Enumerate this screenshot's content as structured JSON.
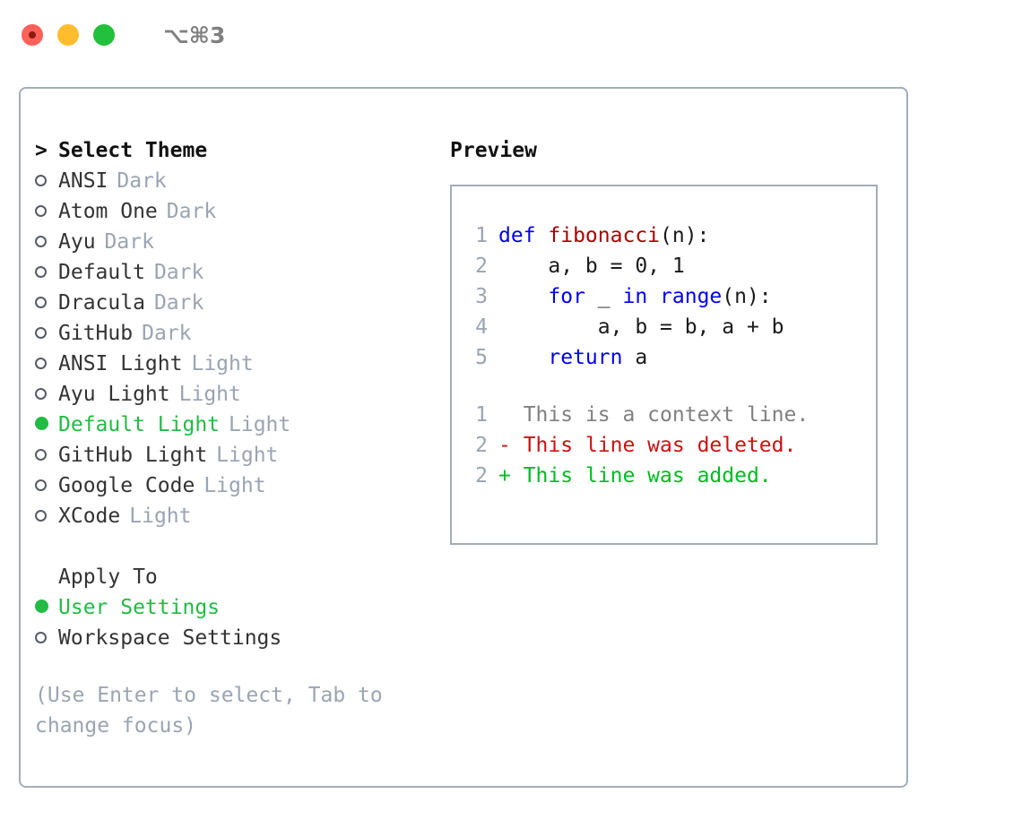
{
  "window": {
    "shortcut": "⌥⌘3",
    "traffic_lights": [
      {
        "name": "close-button",
        "color": "#ff6159"
      },
      {
        "name": "minimize-button",
        "color": "#ffbd2e"
      },
      {
        "name": "maximize-button",
        "color": "#22c03c"
      }
    ]
  },
  "colors": {
    "border": "#a3adbb",
    "selected_green": "#22bb44",
    "muted": "#9aa4b2",
    "keyword_blue": "#0000ee",
    "function_red": "#aa0000",
    "diff_deleted": "#cc1111",
    "diff_added": "#00bb22"
  },
  "theme_picker": {
    "header": "Select Theme",
    "caret": ">",
    "bullet_empty": "○",
    "bullet_filled": "●",
    "items": [
      {
        "name": "ANSI",
        "variant": "Dark",
        "selected": false
      },
      {
        "name": "Atom One",
        "variant": "Dark",
        "selected": false
      },
      {
        "name": "Ayu",
        "variant": "Dark",
        "selected": false
      },
      {
        "name": "Default",
        "variant": "Dark",
        "selected": false
      },
      {
        "name": "Dracula",
        "variant": "Dark",
        "selected": false
      },
      {
        "name": "GitHub",
        "variant": "Dark",
        "selected": false
      },
      {
        "name": "ANSI Light",
        "variant": "Light",
        "selected": false
      },
      {
        "name": "Ayu Light",
        "variant": "Light",
        "selected": false
      },
      {
        "name": "Default Light",
        "variant": "Light",
        "selected": true
      },
      {
        "name": "GitHub Light",
        "variant": "Light",
        "selected": false
      },
      {
        "name": "Google Code",
        "variant": "Light",
        "selected": false
      },
      {
        "name": "XCode",
        "variant": "Light",
        "selected": false
      }
    ]
  },
  "apply_to": {
    "label": "Apply To",
    "items": [
      {
        "name": "User Settings",
        "selected": true
      },
      {
        "name": "Workspace Settings",
        "selected": false
      }
    ]
  },
  "hint": "(Use Enter to select, Tab to change focus)",
  "preview": {
    "title": "Preview",
    "code_lines": [
      {
        "no": "1",
        "tokens": [
          {
            "t": "def ",
            "c": "kw"
          },
          {
            "t": "fibonacci",
            "c": "fn"
          },
          {
            "t": "(n):",
            "c": "plain"
          }
        ]
      },
      {
        "no": "2",
        "tokens": [
          {
            "t": "    a, b = 0, 1",
            "c": "plain"
          }
        ]
      },
      {
        "no": "3",
        "tokens": [
          {
            "t": "    ",
            "c": "plain"
          },
          {
            "t": "for",
            "c": "kw"
          },
          {
            "t": " _ ",
            "c": "plain"
          },
          {
            "t": "in range",
            "c": "kw"
          },
          {
            "t": "(n):",
            "c": "plain"
          }
        ]
      },
      {
        "no": "4",
        "tokens": [
          {
            "t": "        a, b = b, a + b",
            "c": "plain"
          }
        ]
      },
      {
        "no": "5",
        "tokens": [
          {
            "t": "    ",
            "c": "plain"
          },
          {
            "t": "return",
            "c": "kw"
          },
          {
            "t": " a",
            "c": "plain"
          }
        ]
      }
    ],
    "diff_lines": [
      {
        "no": "1",
        "marker": " ",
        "text": " This is a context line.",
        "kind": "ctx"
      },
      {
        "no": "2",
        "marker": "-",
        "text": " This line was deleted.",
        "kind": "del"
      },
      {
        "no": "2",
        "marker": "+",
        "text": " This line was added.",
        "kind": "add"
      }
    ]
  }
}
